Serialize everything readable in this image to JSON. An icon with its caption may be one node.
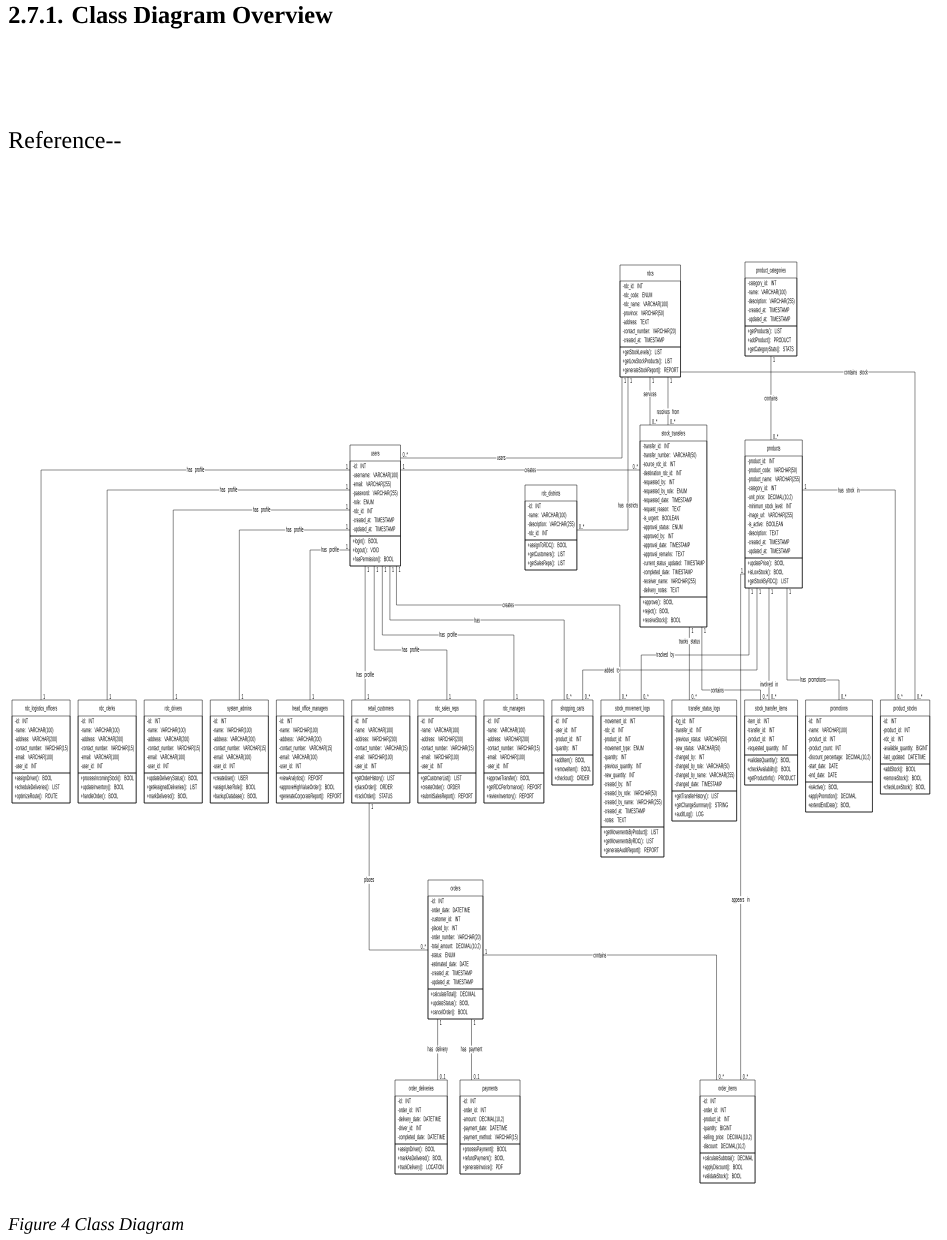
{
  "diagram": {
    "title": "2.7.1. Class Diagram Overview",
    "caption": "Figure 4 Class Diagram",
    "nodes": [
      {
        "text": [
          "rdcs"
        ]
      },
      {
        "text": [
          "-rdc_id: INT",
          "-rdc_code: ENUM",
          "-rdc_name: VARCHAR(100)",
          "-province: VARCHAR(50)",
          "-address: TEXT",
          "-contact_number: VARCHAR(20)",
          "-created_at: TIMESTAMP"
        ],
        "in": 0
      },
      {
        "text": [
          "+getStockLevels(): LIST",
          "+getLowStockProducts(): LIST",
          "+generateStockReport(): REPORT"
        ],
        "in": 0
      },
      {
        "text": [
          "product_categories"
        ]
      },
      {
        "text": [
          "-category_id: INT",
          "-name: VARCHAR(100)",
          "-description: VARCHAR(255)",
          "-created_at: TIMESTAMP",
          "-updated_at: TIMESTAMP"
        ],
        "in": 3
      },
      {
        "text": [
          "+getProducts(): LIST",
          "+addProduct(): PRODUCT",
          "+getCategoryStats(): STATS"
        ],
        "in": 3
      },
      {
        "text": [
          "users"
        ]
      },
      {
        "text": [
          "-id: INT",
          "-username: VARCHAR(100)",
          "-email: VARCHAR(255)",
          "-password: VARCHAR(255)",
          "-role: ENUM",
          "-rdc_id: INT",
          "-created_at: TIMESTAMP",
          "-updated_at: TIMESTAMP"
        ],
        "in": 6
      },
      {
        "text": [
          "+login(): BOOL",
          "+logout(): VOID",
          "+hasPermission(): BOOL"
        ],
        "in": 6
      },
      {
        "text": [
          "rdc_districts"
        ]
      },
      {
        "text": [
          "-id: INT",
          "-name: VARCHAR(100)",
          "-description: VARCHAR(255)",
          "-rdc_id: INT"
        ],
        "in": 9
      },
      {
        "text": [
          "+assignToRDC(): BOOL",
          "+getCustomers(): LIST",
          "+getSalesReps(): LIST"
        ],
        "in": 9
      },
      {
        "text": [
          "stock_transfers"
        ]
      },
      {
        "text": [
          "-transfer_id: INT",
          "-transfer_number: VARCHAR(50)",
          "-source_rdc_id: INT",
          "-destination_rdc_id: INT",
          "-requested_by: INT",
          "-requested_by_role: ENUM",
          "-requested_date: TIMESTAMP",
          "-request_reason: TEXT",
          "-is_urgent: BOOLEAN",
          "-approval_status: ENUM",
          "-approved_by: INT",
          "-approval_date: TIMESTAMP",
          "-approval_remarks: TEXT",
          "-current_status_updated: TIMESTAMP",
          "-completed_date: TIMESTAMP",
          "-receiver_name: VARCHAR(255)",
          "-delivery_notes: TEXT"
        ],
        "in": 12
      },
      {
        "text": [
          "+approve(): BOOL",
          "+reject(): BOOL",
          "+receiveStock(): BOOL"
        ],
        "in": 12
      },
      {
        "text": [
          "products"
        ]
      },
      {
        "text": [
          "-product_id: INT",
          "-product_code: VARCHAR(50)",
          "-product_name: VARCHAR(255)",
          "-category_id: INT",
          "-unit_price: DECIMAL(10,2)",
          "-minimum_stock_level: INT",
          "-image_url: VARCHAR(255)",
          "-is_active: BOOLEAN",
          "-description: TEXT",
          "-created_at: TIMESTAMP",
          "-updated_at: TIMESTAMP"
        ],
        "in": 15
      },
      {
        "text": [
          "+updatePrice(): BOOL",
          "+isLowStock(): BOOL",
          "+getStockByRDC(): LIST"
        ],
        "in": 15
      },
      {
        "text": [
          "rdc_logistics_officers"
        ]
      },
      {
        "text": [
          "-id: INT",
          "-name: VARCHAR(100)",
          "-address: VARCHAR(200)",
          "-contact_number: VARCHAR(15)",
          "-email: VARCHAR(100)",
          "-user_id: INT"
        ],
        "in": 18
      },
      {
        "text": [
          "+assignDriver(): BOOL",
          "+scheduleDeliveries(): LIST",
          "+optimizeRoute(): ROUTE"
        ],
        "in": 18
      },
      {
        "text": [
          "rdc_clerks"
        ]
      },
      {
        "text": [
          "-id: INT",
          "-name: VARCHAR(100)",
          "-address: VARCHAR(200)",
          "-contact_number: VARCHAR(15)",
          "-email: VARCHAR(100)",
          "-user_id: INT"
        ],
        "in": 21
      },
      {
        "text": [
          "+processIncomingStock(): BOOL",
          "+updateInventory(): BOOL",
          "+handleOrder(): BOOL"
        ],
        "in": 21
      },
      {
        "text": [
          "rdc_drivers"
        ]
      },
      {
        "text": [
          "-id: INT",
          "-name: VARCHAR(100)",
          "-address: VARCHAR(200)",
          "-contact_number: VARCHAR(15)",
          "-email: VARCHAR(100)",
          "-user_id: INT"
        ],
        "in": 24
      },
      {
        "text": [
          "+updateDeliveryStatus(): BOOL",
          "+getAssignedDeliveries(): LIST",
          "+markDelivered(): BOOL"
        ],
        "in": 24
      },
      {
        "text": [
          "system_admins"
        ]
      },
      {
        "text": [
          "-id: INT",
          "-name: VARCHAR(100)",
          "-address: VARCHAR(200)",
          "-contact_number: VARCHAR(15)",
          "-email: VARCHAR(100)",
          "-user_id: INT"
        ],
        "in": 27
      },
      {
        "text": [
          "+createUser(): USER",
          "+assignUserRole(): BOOL",
          "+backupDatabase(): BOOL"
        ],
        "in": 27
      },
      {
        "text": [
          "head_office_managers"
        ]
      },
      {
        "text": [
          "-id: INT",
          "-name: VARCHAR(100)",
          "-address: VARCHAR(200)",
          "-contact_number: VARCHAR(15)",
          "-email: VARCHAR(100)",
          "-user_id: INT"
        ],
        "in": 30
      },
      {
        "text": [
          "+viewAnalytics(): REPORT",
          "+approveHighValueOrder(): BOOL",
          "+generateCorporateReport(): REPORT"
        ],
        "in": 30
      },
      {
        "text": [
          "retail_customers"
        ]
      },
      {
        "text": [
          "-id: INT",
          "-name: VARCHAR(100)",
          "-address: VARCHAR(200)",
          "-contact_number: VARCHAR(15)",
          "-email: VARCHAR(100)",
          "-user_id: INT"
        ],
        "in": 33
      },
      {
        "text": [
          "+getOrderHistory(): LIST",
          "+placeOrder(): ORDER",
          "+trackOrder(): STATUS"
        ],
        "in": 33
      },
      {
        "text": [
          "rdc_sales_reps"
        ]
      },
      {
        "text": [
          "-id: INT",
          "-name: VARCHAR(100)",
          "-address: VARCHAR(200)",
          "-contact_number: VARCHAR(15)",
          "-email: VARCHAR(100)",
          "-user_id: INT"
        ],
        "in": 36
      },
      {
        "text": [
          "+getCustomerList(): LIST",
          "+createOrder(): ORDER",
          "+submitSalesReport(): REPORT"
        ],
        "in": 36
      },
      {
        "text": [
          "rdc_managers"
        ]
      },
      {
        "text": [
          "-id: INT",
          "-name: VARCHAR(100)",
          "-address: VARCHAR(200)",
          "-contact_number: VARCHAR(15)",
          "-email: VARCHAR(100)",
          "-user_id: INT"
        ],
        "in": 39
      },
      {
        "text": [
          "+approveTransfer(): BOOL",
          "+getRDCPerformance(): REPORT",
          "+reviewInventory(): REPORT"
        ],
        "in": 39
      },
      {
        "text": [
          "shopping_carts"
        ]
      },
      {
        "text": [
          "-id: INT",
          "-user_id: INT",
          "-product_id: INT",
          "-quantity: INT"
        ],
        "in": 42
      },
      {
        "text": [
          "+addItem(): BOOL",
          "+removeItem(): BOOL",
          "+checkout(): ORDER"
        ],
        "in": 42
      },
      {
        "text": [
          "stock_movement_logs"
        ]
      },
      {
        "text": [
          "-movement_id: INT",
          "-rdc_id: INT",
          "-product_id: INT",
          "-movement_type: ENUM",
          "-quantity: INT",
          "-previous_quantity: INT",
          "-new_quantity: INT",
          "-created_by: INT",
          "-created_by_role: VARCHAR(50)",
          "-created_by_name: VARCHAR(255)",
          "-created_at: TIMESTAMP",
          "-notes: TEXT"
        ],
        "in": 45
      },
      {
        "text": [
          "+getMovementsByProduct(): LIST",
          "+getMovementsByRDC(): LIST",
          "+generateAuditReport(): REPORT"
        ],
        "in": 45
      },
      {
        "text": [
          "transfer_status_logs"
        ]
      },
      {
        "text": [
          "-log_id: INT",
          "-transfer_id: INT",
          "-previous_status: VARCHAR(50)",
          "-new_status: VARCHAR(50)",
          "-changed_by: INT",
          "-changed_by_role: VARCHAR(50)",
          "-changed_by_name: VARCHAR(255)",
          "-changed_date: TIMESTAMP"
        ],
        "in": 48
      },
      {
        "text": [
          "+getTransferHistory(): LIST",
          "+getChangeSummary(): STRING",
          "+auditLog(): LOG"
        ],
        "in": 48
      },
      {
        "text": [
          "stock_transfer_items"
        ]
      },
      {
        "text": [
          "-item_id: INT",
          "-transfer_id: INT",
          "-product_id: INT",
          "-requested_quantity: INT"
        ],
        "in": 51
      },
      {
        "text": [
          "+validateQuantity(): BOOL",
          "+checkAvailability(): BOOL",
          "+getProductInfo(): PRODUCT"
        ],
        "in": 51
      },
      {
        "text": [
          "promotions"
        ]
      },
      {
        "text": [
          "-id: INT",
          "-name: VARCHAR(100)",
          "-product_id: INT",
          "-product_count: INT",
          "-discount_percentage: DECIMAL(10,2)",
          "-start_date: DATE",
          "-end_date: DATE"
        ],
        "in": 54
      },
      {
        "text": [
          "+isActive(): BOOL",
          "+applyPromotion(): DECIMAL",
          "+extendEndDate(): BOOL"
        ],
        "in": 54
      },
      {
        "text": [
          "product_stocks"
        ]
      },
      {
        "text": [
          "-id: INT",
          "-product_id: INT",
          "-rdc_id: INT",
          "-available_quantity: BIGINT",
          "-last_updated: DATETIME"
        ],
        "in": 57
      },
      {
        "text": [
          "+addStock(): BOOL",
          "+removeStock(): BOOL",
          "+checkLowStock(): BOOL"
        ],
        "in": 57
      },
      {
        "text": [
          "orders"
        ]
      },
      {
        "text": [
          "-id: INT",
          "-order_date: DATETIME",
          "-customer_id: INT",
          "-placed_by: INT",
          "-order_number: VARCHAR(20)",
          "-total_amount: DECIMAL(10,2)",
          "-status: ENUM",
          "-estimated_date: DATE",
          "-created_at: TIMESTAMP",
          "-updated_at: TIMESTAMP"
        ],
        "in": 60
      },
      {
        "text": [
          "+calculateTotal(): DECIMAL",
          "+updateStatus(): BOOL",
          "+cancelOrder(): BOOL"
        ],
        "in": 60
      },
      {
        "text": [
          "order_deliveries"
        ]
      },
      {
        "text": [
          "-id: INT",
          "-order_id: INT",
          "-delivery_date: DATETIME",
          "-driver_id: INT",
          "-completed_date: DATETIME"
        ],
        "in": 63
      },
      {
        "text": [
          "+assignDriver(): BOOL",
          "+markAsDelivered(): BOOL",
          "+trackDelivery(): LOCATION"
        ],
        "in": 63
      },
      {
        "text": [
          "payments"
        ]
      },
      {
        "text": [
          "-id: INT",
          "-order_id: INT",
          "-amount: DECIMAL(10,2)",
          "-payment_date: DATETIME",
          "-payment_method: VARCHAR(15)"
        ],
        "in": 66
      },
      {
        "text": [
          "+processPayment(): BOOL",
          "+refundPayment(): BOOL",
          "+generateInvoice(): PDF"
        ],
        "in": 66
      },
      {
        "text": [
          "order_items"
        ]
      },
      {
        "text": [
          "-id: INT",
          "-order_id: INT",
          "-product_id: INT",
          "-quantity: BIGINT",
          "-selling_price: DECIMAL(10,2)",
          "-discount: DECIMAL(10,2)"
        ],
        "in": 69
      },
      {
        "text": [
          "+calculateSubtotal(): DECIMAL",
          "+applyDiscount(): BOOL",
          "+validateStock(): BOOL"
        ],
        "in": 69
      }
    ],
    "edges": [
      {
        "from": 6,
        "to": 18,
        "arrow": "none",
        "label": "has profile"
      },
      {
        "from": 6,
        "to": 21,
        "arrow": "none",
        "label": "has profile"
      },
      {
        "from": 6,
        "to": 24,
        "arrow": "none",
        "label": "has profile"
      },
      {
        "from": 6,
        "to": 27,
        "arrow": "none",
        "label": "has profile"
      },
      {
        "from": 6,
        "to": 30,
        "arrow": "none",
        "label": "has profile"
      },
      {
        "from": 6,
        "to": 33,
        "arrow": "none",
        "label": "has profile"
      },
      {
        "from": 6,
        "to": 36,
        "arrow": "none",
        "label": "has profile"
      },
      {
        "from": 6,
        "to": 39,
        "arrow": "none",
        "label": "has profile"
      },
      {
        "from": 6,
        "to": 42,
        "arrow": "none",
        "label": "has"
      },
      {
        "from": 6,
        "to": 45,
        "arrow": "none",
        "label": "creates"
      },
      {
        "from": 6,
        "to": 12,
        "arrow": "none",
        "label": "creates"
      },
      {
        "from": 0,
        "to": 9,
        "arrow": "none",
        "label": "has districts"
      },
      {
        "from": 0,
        "to": 12,
        "arrow": "none",
        "label": "services"
      },
      {
        "from": 0,
        "to": 12,
        "arrow": "none",
        "label": "receives from"
      },
      {
        "from": 3,
        "to": 15,
        "arrow": "none",
        "label": "contains"
      },
      {
        "from": 0,
        "to": 57,
        "arrow": "none",
        "label": "contains stock"
      },
      {
        "from": 15,
        "to": 57,
        "arrow": "none",
        "label": "has stock in"
      },
      {
        "from": 15,
        "to": 42,
        "arrow": "none",
        "label": "added to"
      },
      {
        "from": 12,
        "to": 48,
        "arrow": "none",
        "label": "tracks status"
      },
      {
        "from": 12,
        "to": 51,
        "arrow": "none",
        "label": "contains"
      },
      {
        "from": 15,
        "to": 51,
        "arrow": "none",
        "label": "involved in"
      },
      {
        "from": 15,
        "to": 45,
        "arrow": "none",
        "label": "tracked by"
      },
      {
        "from": 15,
        "to": 54,
        "arrow": "none",
        "label": "has promotions"
      },
      {
        "from": 15,
        "to": 69,
        "arrow": "none",
        "label": "appears in"
      },
      {
        "from": 33,
        "to": 60,
        "arrow": "none",
        "label": "places"
      },
      {
        "from": 60,
        "to": 69,
        "arrow": "none",
        "label": "contains"
      },
      {
        "from": 60,
        "to": 63,
        "arrow": "none",
        "label": "has delivery"
      },
      {
        "from": 60,
        "to": 66,
        "arrow": "none",
        "label": "has payment"
      },
      {
        "from": 0,
        "to": 6,
        "arrow": "none",
        "label": "users"
      }
    ],
    "labels": [
      "Reference--",
      "1",
      "1",
      "1",
      "1",
      "1",
      "0..*",
      "0..*",
      "0..*",
      "0..*",
      "1",
      "1",
      "0..*",
      "1",
      "1",
      "1",
      "1",
      "0..*",
      "1",
      "1",
      "1",
      "1",
      "1",
      "1",
      "1",
      "1",
      "1",
      "1",
      "1",
      "1",
      "1",
      "1",
      "1",
      "1",
      "1",
      "1",
      "1",
      "1",
      "1",
      "0..*",
      "0..*",
      "0..*",
      "0..*",
      "0..*",
      "0..*",
      "0..*",
      "0..*",
      "0..*",
      "0..*",
      "1",
      "0..*",
      "1",
      "1",
      "1",
      "0..1",
      "0..1",
      "0..*",
      "0..*"
    ]
  }
}
